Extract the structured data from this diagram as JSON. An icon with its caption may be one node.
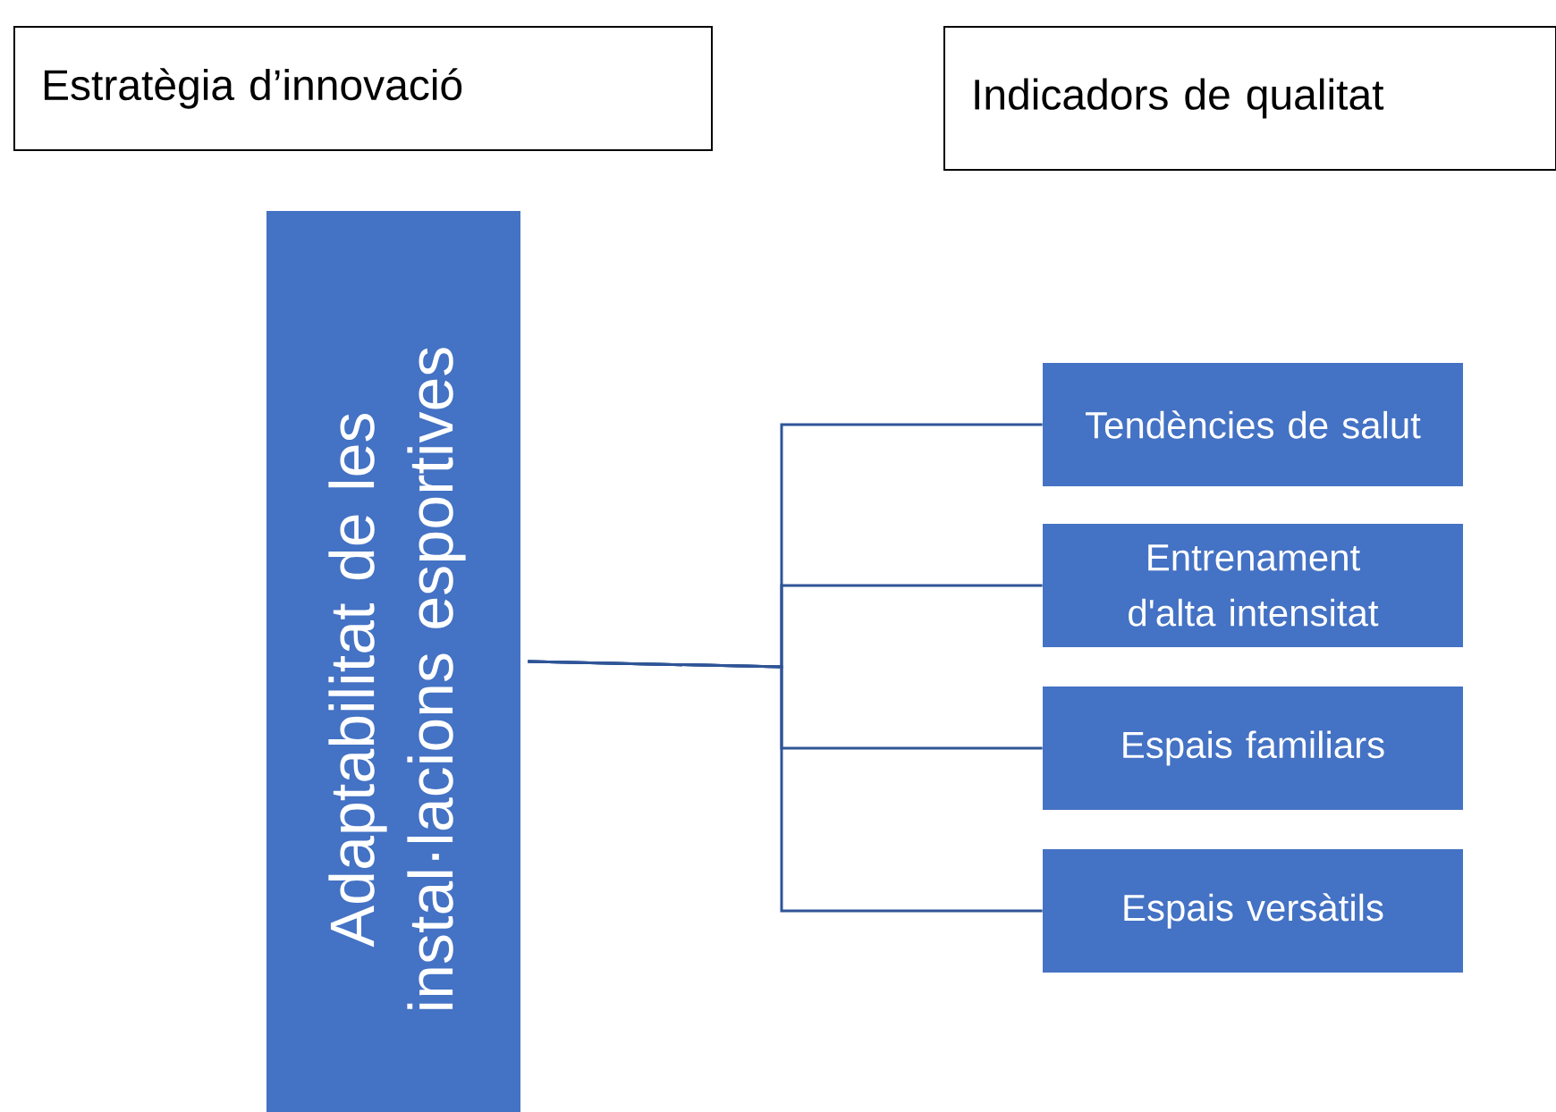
{
  "diagram": {
    "nodes": [
      {
        "text": [
          "Estratègia d’innovació"
        ]
      },
      {
        "text": [
          "Indicadors de qualitat"
        ]
      },
      {
        "text": [
          "Adaptabilitat de les instal·lacions esportives"
        ]
      },
      {
        "text": [
          "Tendències de salut"
        ]
      },
      {
        "text": [
          "Entrenament d'alta intensitat"
        ]
      },
      {
        "text": [
          "Espais familiars"
        ]
      },
      {
        "text": [
          "Espais versàtils"
        ]
      }
    ],
    "edges": [
      {
        "from": 2,
        "to": 3,
        "arrow": "none"
      },
      {
        "from": 2,
        "to": 4,
        "arrow": "none"
      },
      {
        "from": 2,
        "to": 5,
        "arrow": "none"
      },
      {
        "from": 2,
        "to": 6,
        "arrow": "none"
      }
    ]
  }
}
